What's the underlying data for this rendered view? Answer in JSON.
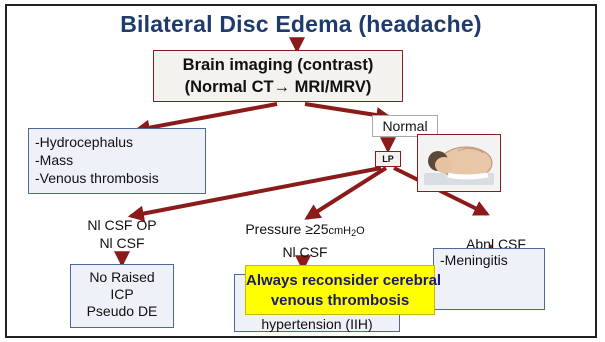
{
  "title": "Bilateral Disc Edema (headache)",
  "brain_imaging": {
    "line1": "Brain imaging (contrast)",
    "line2": "(Normal CT→ MRI/MRV)"
  },
  "abnormal_findings": [
    "-Hydrocephalus",
    "-Mass",
    "-Venous thrombosis"
  ],
  "normal_label": "Normal",
  "lp_label": "LP",
  "lp_image_description_icon": "lumbar-puncture-patient-icon",
  "nl_csf": {
    "line1": "Nl CSF OP",
    "line2": "Nl CSF"
  },
  "pressure": {
    "line1_prefix": "Pressure ≥25",
    "line1_unit": "cmH",
    "line1_sub": "2",
    "line1_suffix": "O",
    "line2": "Nl CSF"
  },
  "abnl_csf": "Abnl CSF",
  "no_raised_icp": [
    "No Raised",
    "ICP",
    "Pseudo DE"
  ],
  "iih_box": {
    "visible_line": "hypertension (IIH)"
  },
  "meningitis_box": {
    "line1": "-Meningitis"
  },
  "callout": {
    "line1": "Always reconsider cerebral",
    "line2": "venous thrombosis"
  },
  "colors": {
    "title": "#1f3a6b",
    "arrow": "#8b1a1a",
    "box_blue_border": "#4a6a9a",
    "box_red_border": "#8b1a1a",
    "callout_fill": "#ffff00",
    "callout_text": "#1a1a6e"
  }
}
